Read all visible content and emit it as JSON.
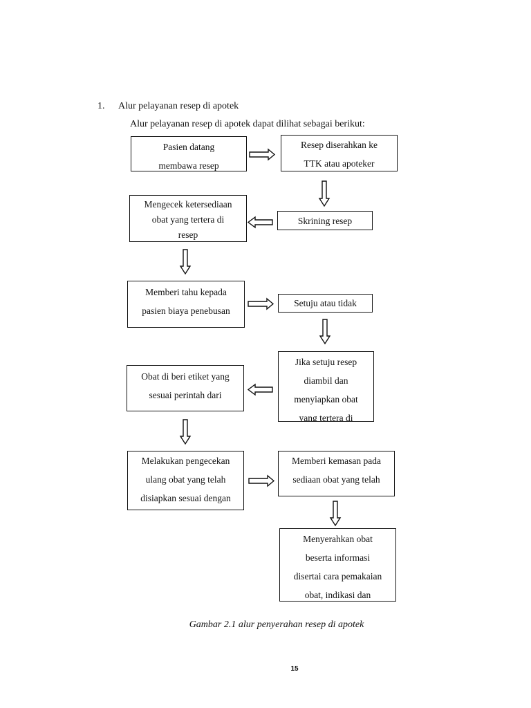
{
  "heading": {
    "number": "1.",
    "text": "Alur pelayanan resep di apotek"
  },
  "intro": "Alur pelayanan resep di apotek dapat dilihat sebagai berikut:",
  "boxes": {
    "b1": [
      "Pasien datang",
      "membawa resep"
    ],
    "b2": [
      "Resep diserahkan ke",
      "TTK atau apoteker"
    ],
    "b3": [
      "Mengecek ketersediaan",
      "obat yang tertera di",
      "resep"
    ],
    "b4": [
      "Skrining resep"
    ],
    "b5": [
      "Memberi tahu kepada",
      "pasien biaya penebusan"
    ],
    "b6": [
      "Setuju atau tidak"
    ],
    "b7": [
      "Jika setuju resep",
      "diambil dan",
      "menyiapkan obat",
      "yang tertera di"
    ],
    "b8": [
      "Obat di beri etiket yang",
      "sesuai perintah dari"
    ],
    "b9": [
      "Melakukan pengecekan",
      "ulang obat yang telah",
      "disiapkan sesuai dengan"
    ],
    "b10": [
      "Memberi kemasan pada",
      "sediaan obat yang telah"
    ],
    "b11": [
      "Menyerahkan obat",
      "beserta informasi",
      "disertai cara pemakaian",
      "obat, indikasi dan"
    ]
  },
  "caption": "Gambar 2.1 alur penyerahan resep di apotek",
  "page_number": "15"
}
